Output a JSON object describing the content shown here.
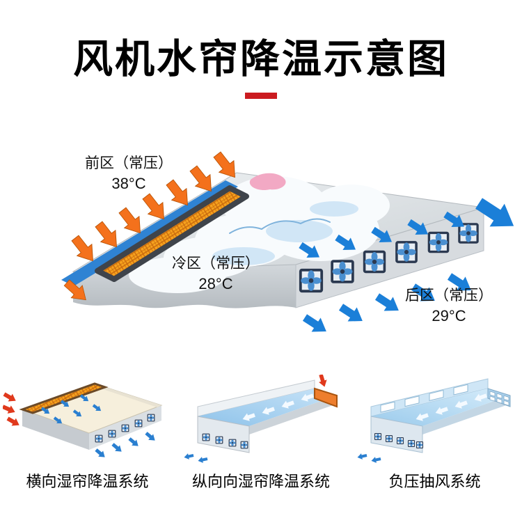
{
  "title": "风机水帘降温示意图",
  "colors": {
    "title_text": "#000000",
    "accent_red": "#cb1b20",
    "hot_air_orange": "#f4711c",
    "cool_air_blue": "#1b7fd8",
    "wet_pad_orange": "#f6a21e",
    "roof_eave_blue": "#2f83d3",
    "building_gray": "#dde1e5"
  },
  "icons": {
    "hot_air": "orange-thick-arrow",
    "cool_air": "blue-thick-arrow",
    "exhaust_fan": "square-fan-blades"
  },
  "main_diagram": {
    "zones": [
      {
        "id": "front",
        "name": "前区（常压）",
        "temperature": "38°C"
      },
      {
        "id": "cold",
        "name": "冷区（常压）",
        "temperature": "28°C"
      },
      {
        "id": "rear",
        "name": "后区（常压）",
        "temperature": "29°C"
      }
    ]
  },
  "systems": [
    {
      "id": "horizontal-pad",
      "label": "横向湿帘降温系统"
    },
    {
      "id": "longitudinal-pad",
      "label": "纵向向湿帘降温系统"
    },
    {
      "id": "negative-pressure",
      "label": "负压抽风系统"
    }
  ]
}
